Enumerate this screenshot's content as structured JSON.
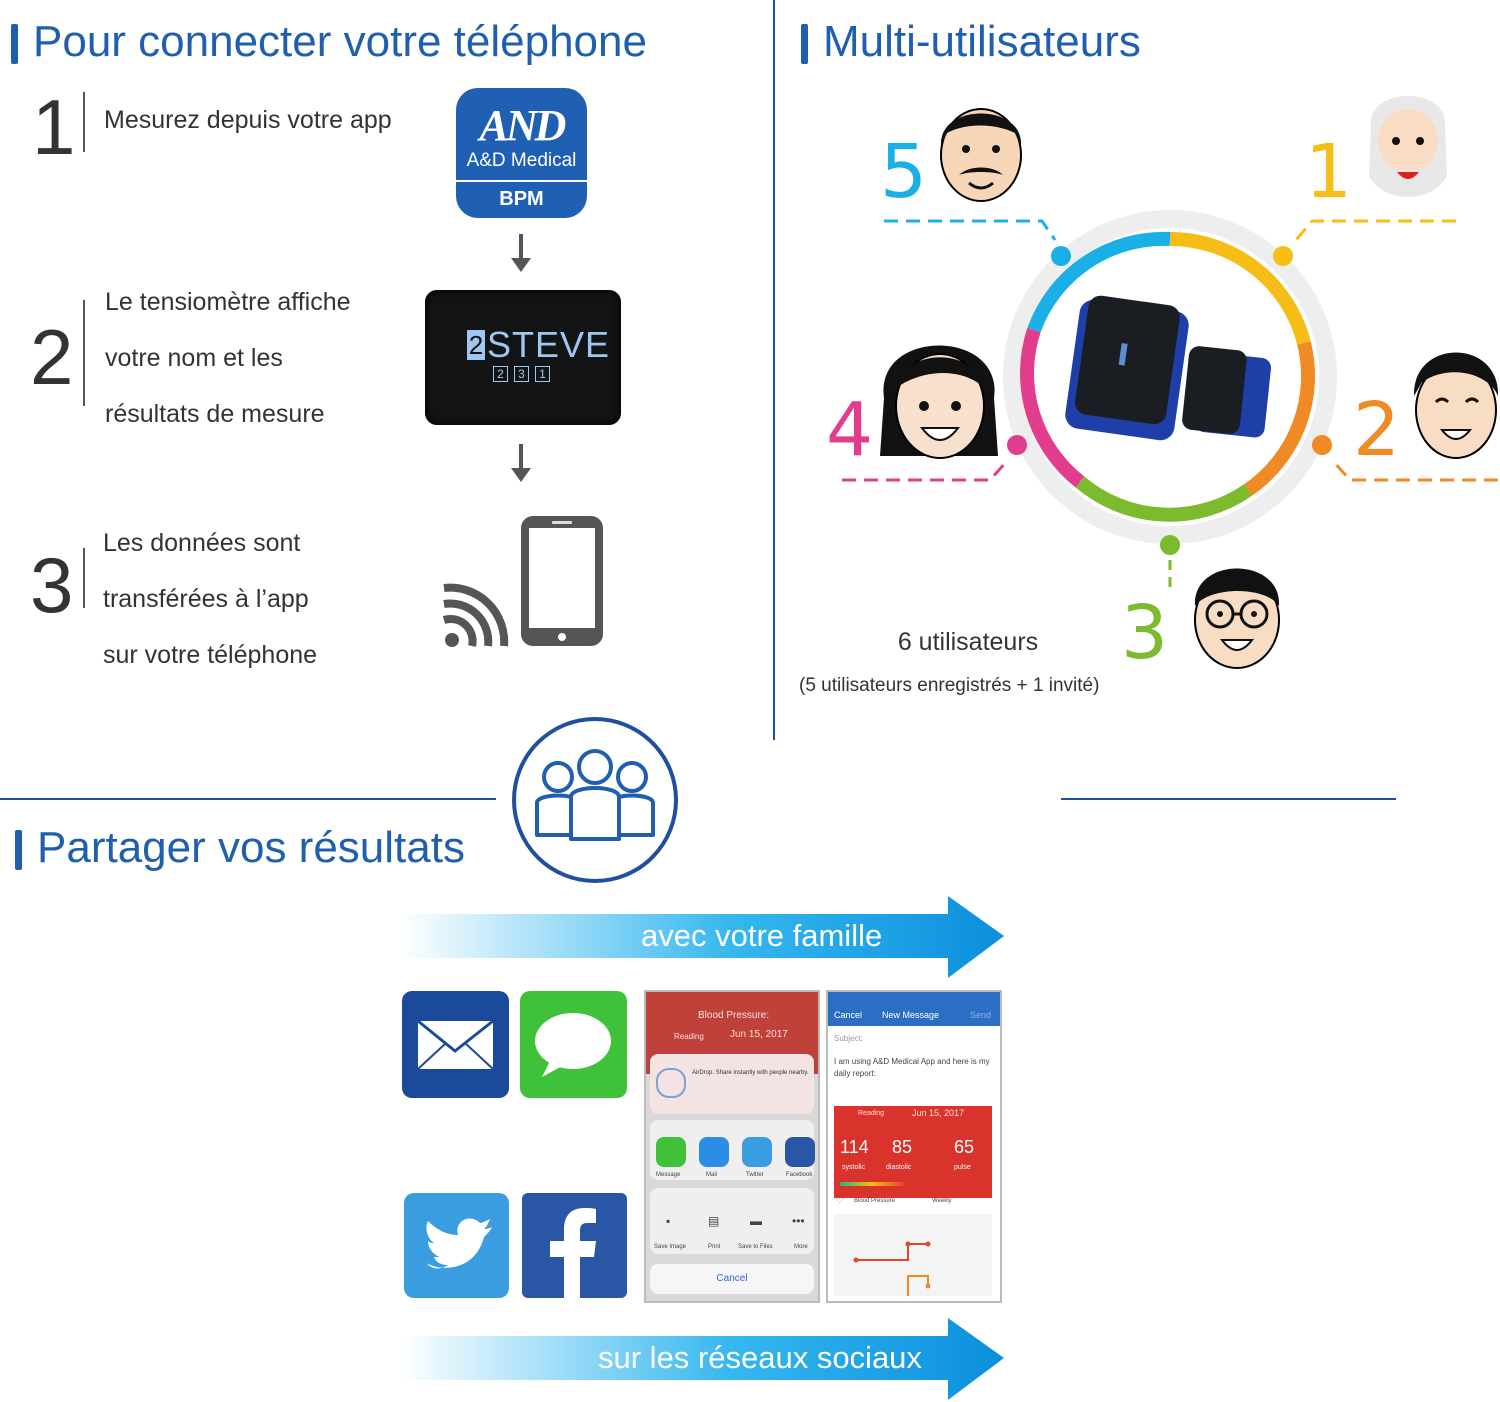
{
  "connect": {
    "title": "Pour connecter votre téléphone",
    "steps": [
      {
        "number": "1",
        "lines": [
          "Mesurez depuis votre app"
        ]
      },
      {
        "number": "2",
        "lines": [
          "Le tensiomètre affiche",
          "votre nom et les",
          "résultats de mesure"
        ]
      },
      {
        "number": "3",
        "lines": [
          "Les données sont",
          "transférées à l’app",
          "sur votre téléphone"
        ]
      }
    ],
    "app_icon": {
      "logo": "AND",
      "line1": "A&D Medical",
      "line2": "BPM"
    },
    "display": {
      "user": "2",
      "name": "STEVE",
      "slots": [
        "2",
        "3",
        "1"
      ]
    }
  },
  "multi": {
    "title": "Multi-utilisateurs",
    "users": [
      "1",
      "2",
      "3",
      "4",
      "5"
    ],
    "colors": {
      "u1": "#f6bd16",
      "u2": "#f08a24",
      "u3": "#7dbb2e",
      "u4": "#e23d8c",
      "u5": "#1ab0e6"
    },
    "caption": "6 utilisateurs",
    "subcaption": "(5 utilisateurs enregistrés + 1 invité)"
  },
  "share": {
    "title": "Partager vos résultats",
    "arrow_family": "avec votre famille",
    "arrow_social": "sur les réseaux sociaux",
    "icons": [
      "mail-icon",
      "messages-icon",
      "twitter-icon",
      "facebook-icon"
    ],
    "phone1": {
      "header": "Blood Pressure:",
      "reading": "Reading",
      "date": "Jun 15, 2017",
      "airdrop": "AirDrop. Share instantly with people nearby.",
      "apps": [
        "Message",
        "Mail",
        "Twitter",
        "Facebook"
      ],
      "actions": [
        "Save Image",
        "Print",
        "Save to Files",
        "More"
      ],
      "cancel": "Cancel"
    },
    "phone2": {
      "cancel": "Cancel",
      "title": "New Message",
      "send": "Send",
      "subject": "Subject:",
      "body": "I am using A&D Medical App and here is my daily report:",
      "reading": "Reading",
      "date": "Jun 15, 2017",
      "systolic": "114",
      "diastolic": "85",
      "pulse": "65",
      "systolic_label": "systolic",
      "diastolic_label": "diastolic",
      "pulse_label": "pulse",
      "tab1": "Blood Pressure",
      "tab2": "Weekly"
    }
  }
}
